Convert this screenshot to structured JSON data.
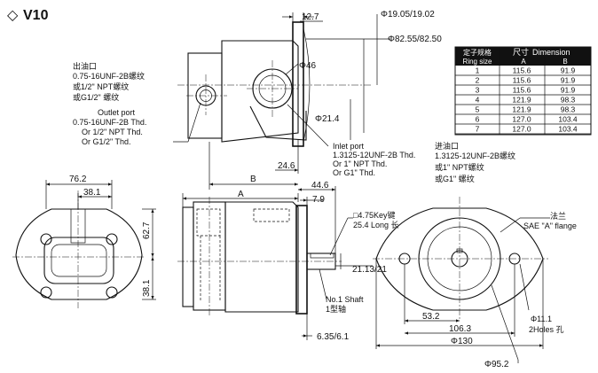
{
  "title": {
    "symbol": "◇",
    "model": "V10"
  },
  "labels": {
    "outlet_cn": "出油口",
    "outlet_cn_1": "0.75-16UNF-2B螺纹",
    "outlet_cn_2": "或1/2\" NPT螺纹",
    "outlet_cn_3": "或G1/2\" 螺纹",
    "outlet_en": "Outlet port",
    "outlet_en_1": "0.75-16UNF-2B  Thd.",
    "outlet_en_2": "Or 1/2\"  NPT Thd.",
    "outlet_en_3": "Or G1/2\"  Thd.",
    "inlet_en": "Inlet port",
    "inlet_en_1": "1.3125-12UNF-2B  Thd.",
    "inlet_en_2": "Or 1\" NPT Thd.",
    "inlet_en_3": "Or G1\"  Thd.",
    "inlet_cn": "进油口",
    "inlet_cn_1": "1.3125-12UNF-2B螺纹",
    "inlet_cn_2": "或1\" NPT螺纹",
    "inlet_cn_3": "或G1\" 螺纹",
    "key_1": "□4.75Key键",
    "key_2": "25.4 Long 长",
    "shaft_1": "No.1 Shaft",
    "shaft_2": "1型轴",
    "flange_cn": "法兰",
    "flange_en": "SAE \"A\" flange",
    "holes_1": "Φ11.1",
    "holes_2": "2Holes 孔"
  },
  "dims": {
    "d_12_7": "12.7",
    "d_phi19": "Φ19.05/19.02",
    "d_phi82": "Φ82.55/82.50",
    "d_phi46": "Φ46",
    "d_phi21_4": "Φ21.4",
    "d_24_6": "24.6",
    "d_B": "B",
    "d_76_2": "76.2",
    "d_38_1_top": "38.1",
    "d_62_7": "62.7",
    "d_38_1_side": "38.1",
    "d_A": "A",
    "d_44_6": "44.6",
    "d_7_9": "7.9",
    "d_21_13": "21.13/21",
    "d_6_35": "6.35/6.1",
    "d_53_2": "53.2",
    "d_106_3": "106.3",
    "d_phi130": "Φ130",
    "d_phi95": "Φ95.2"
  },
  "table": {
    "head_cn": "定子规格",
    "head_en": "Ring size",
    "head_dim_cn": "尺寸",
    "head_dim_en": "Dimension",
    "col_a": "A",
    "col_b": "B",
    "rows": [
      {
        "ring": "1",
        "a": "115.6",
        "b": "91.9"
      },
      {
        "ring": "2",
        "a": "115.6",
        "b": "91.9"
      },
      {
        "ring": "3",
        "a": "115.6",
        "b": "91.9"
      },
      {
        "ring": "4",
        "a": "121.9",
        "b": "98.3"
      },
      {
        "ring": "5",
        "a": "121.9",
        "b": "98.3"
      },
      {
        "ring": "6",
        "a": "127.0",
        "b": "103.4"
      },
      {
        "ring": "7",
        "a": "127.0",
        "b": "103.4"
      }
    ]
  }
}
